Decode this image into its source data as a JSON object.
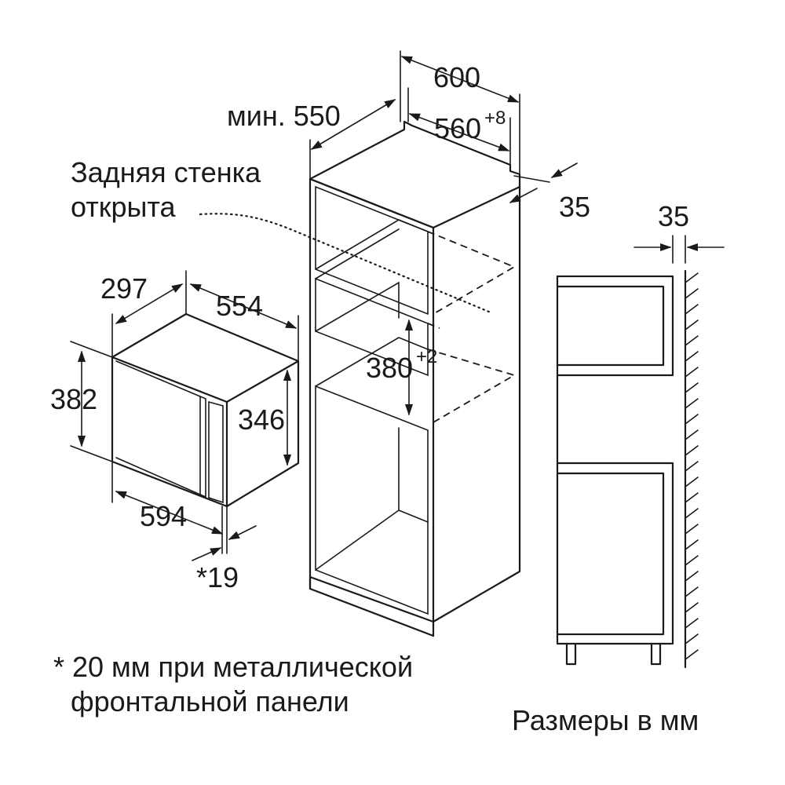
{
  "colors": {
    "ink": "#1a1a1a",
    "background": "#ffffff"
  },
  "microwave": {
    "depth": "297",
    "width_top": "554",
    "height_outer": "382",
    "height_inner": "346",
    "width_bottom": "594",
    "front_panel": "*19"
  },
  "cabinet": {
    "min_depth_prefix": "мин.",
    "min_depth": "550",
    "width": "600",
    "inner_width": "560",
    "inner_width_tol": "+8",
    "rear_gap": "35",
    "niche_height": "380",
    "niche_height_tol": "+2",
    "rear_open_line1": "Задняя стенка",
    "rear_open_line2": "открыта"
  },
  "side_view": {
    "gap": "35"
  },
  "footnote": {
    "line1": "* 20 мм при металлической",
    "line2": "фронтальной панели"
  },
  "units_note": "Размеры в мм"
}
